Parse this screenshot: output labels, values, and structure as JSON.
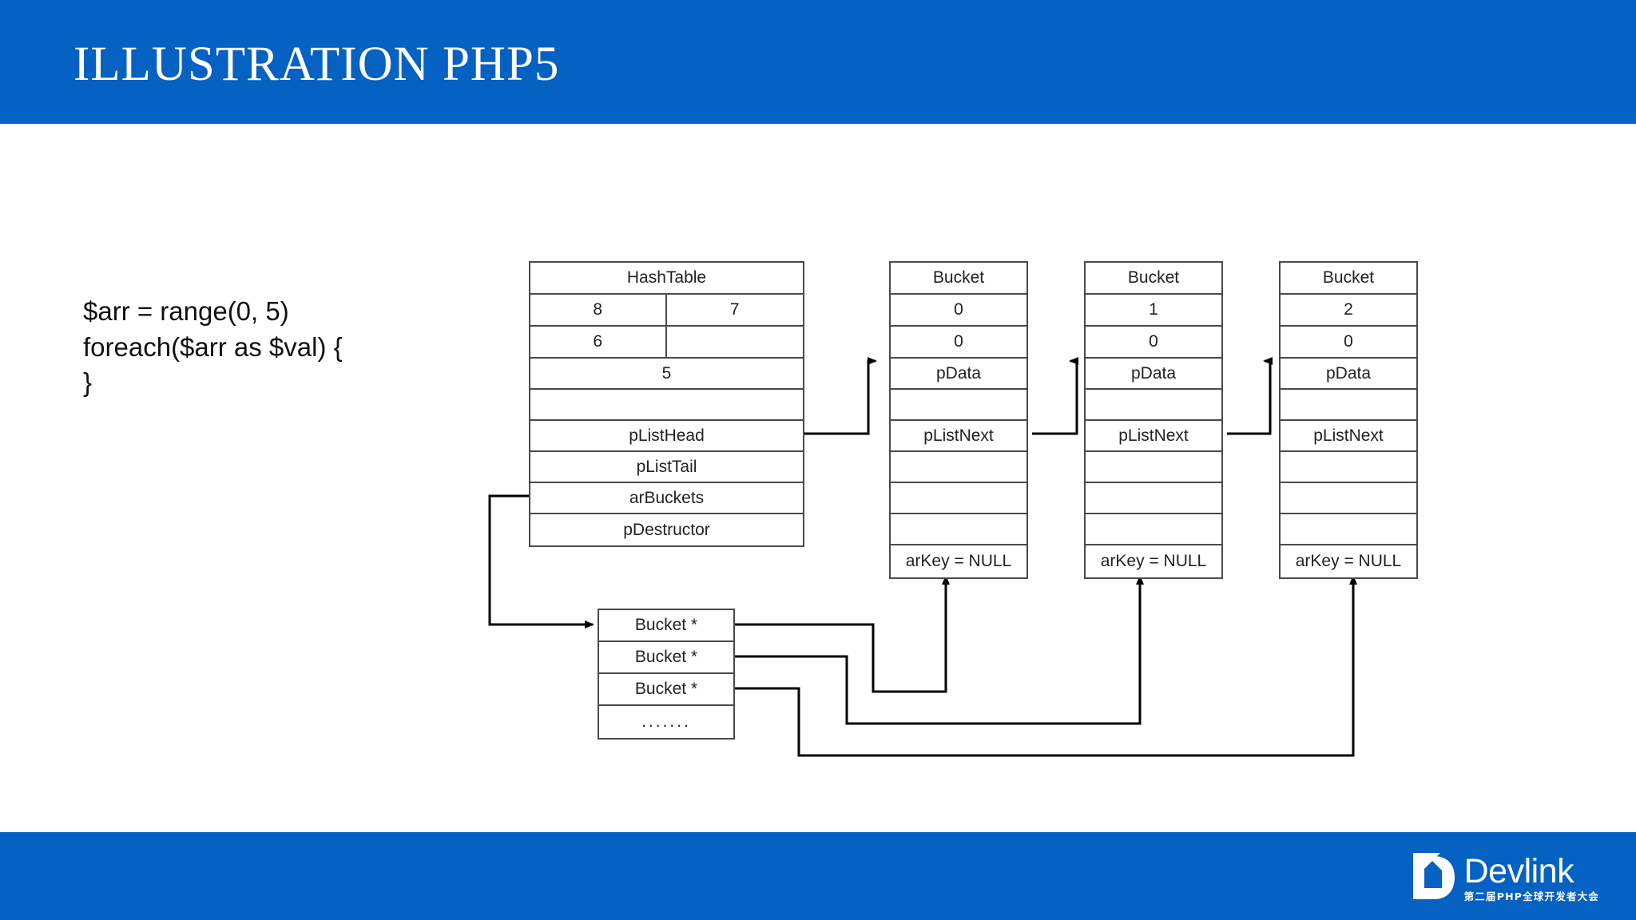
{
  "slide": {
    "title": "Illustration PHP5",
    "accent_color": "#0561c2",
    "stroke_color": "#4a4a4a",
    "background": "#ffffff"
  },
  "code": {
    "lines": [
      "$arr = range(0, 5)",
      "foreach($arr as $val) {",
      "}"
    ],
    "text": "$arr = range(0, 5)\nforeach($arr as $val) {\n}"
  },
  "hash_table": {
    "title": "HashTable",
    "rows": [
      {
        "type": "split",
        "left": "8",
        "right": "7"
      },
      {
        "type": "split",
        "left": "6",
        "right": ""
      },
      {
        "type": "full",
        "text": "5"
      },
      {
        "type": "full",
        "text": ""
      },
      {
        "type": "full",
        "text": "pListHead"
      },
      {
        "type": "full",
        "text": "pListTail"
      },
      {
        "type": "full",
        "text": "arBuckets"
      },
      {
        "type": "full",
        "text": "pDestructor"
      }
    ]
  },
  "buckets": [
    {
      "title": "Bucket",
      "h": "0",
      "nKeyLength": "0",
      "pData": "pData",
      "blank1": "",
      "pListNext": "pListNext",
      "blank2": "",
      "blank3": "",
      "blank4": "",
      "arKey": "arKey = NULL"
    },
    {
      "title": "Bucket",
      "h": "1",
      "nKeyLength": "0",
      "pData": "pData",
      "blank1": "",
      "pListNext": "pListNext",
      "blank2": "",
      "blank3": "",
      "blank4": "",
      "arKey": "arKey = NULL"
    },
    {
      "title": "Bucket",
      "h": "2",
      "nKeyLength": "0",
      "pData": "pData",
      "blank1": "",
      "pListNext": "pListNext",
      "blank2": "",
      "blank3": "",
      "blank4": "",
      "arKey": "arKey = NULL"
    }
  ],
  "ar_buckets_array": {
    "rows": [
      "Bucket *",
      "Bucket *",
      "Bucket *",
      "......."
    ]
  },
  "logo": {
    "word": "Devlink",
    "subtitle": "第二届PHP全球开发者大会",
    "mark": "devlink-d-icon"
  }
}
